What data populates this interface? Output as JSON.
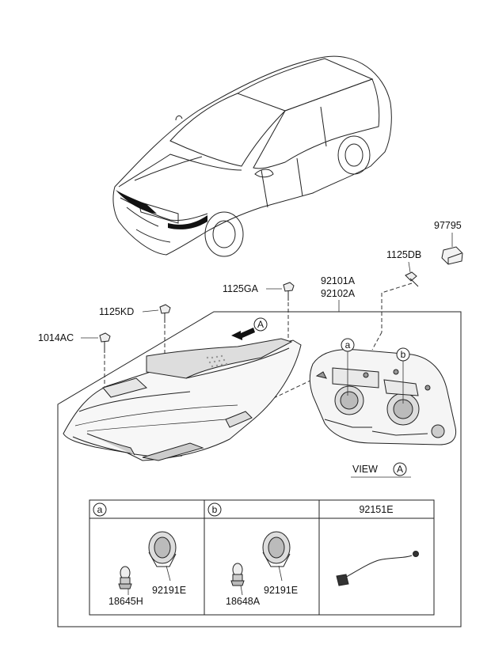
{
  "callouts": {
    "p97795": "97795",
    "p1125DB": "1125DB",
    "p1125GA": "1125GA",
    "p92101A": "92101A",
    "p92102A": "92102A",
    "p1125KD": "1125KD",
    "p1014AC": "1014AC",
    "view_marker": "A",
    "bulb_a_marker": "a",
    "bulb_b_marker": "b"
  },
  "view": {
    "label": "VIEW",
    "letter": "A"
  },
  "table": {
    "headers": [
      "a",
      "b",
      "92151E"
    ],
    "col_a": {
      "bulb": "18645H",
      "socket": "92191E"
    },
    "col_b": {
      "bulb": "18648A",
      "socket": "92191E"
    }
  },
  "icons": [
    "sedan-vehicle-icon",
    "headlamp-assembly-icon",
    "bolt-icon",
    "bracket-icon",
    "bulb-icon",
    "socket-icon",
    "wiring-harness-icon",
    "arrow-icon"
  ]
}
